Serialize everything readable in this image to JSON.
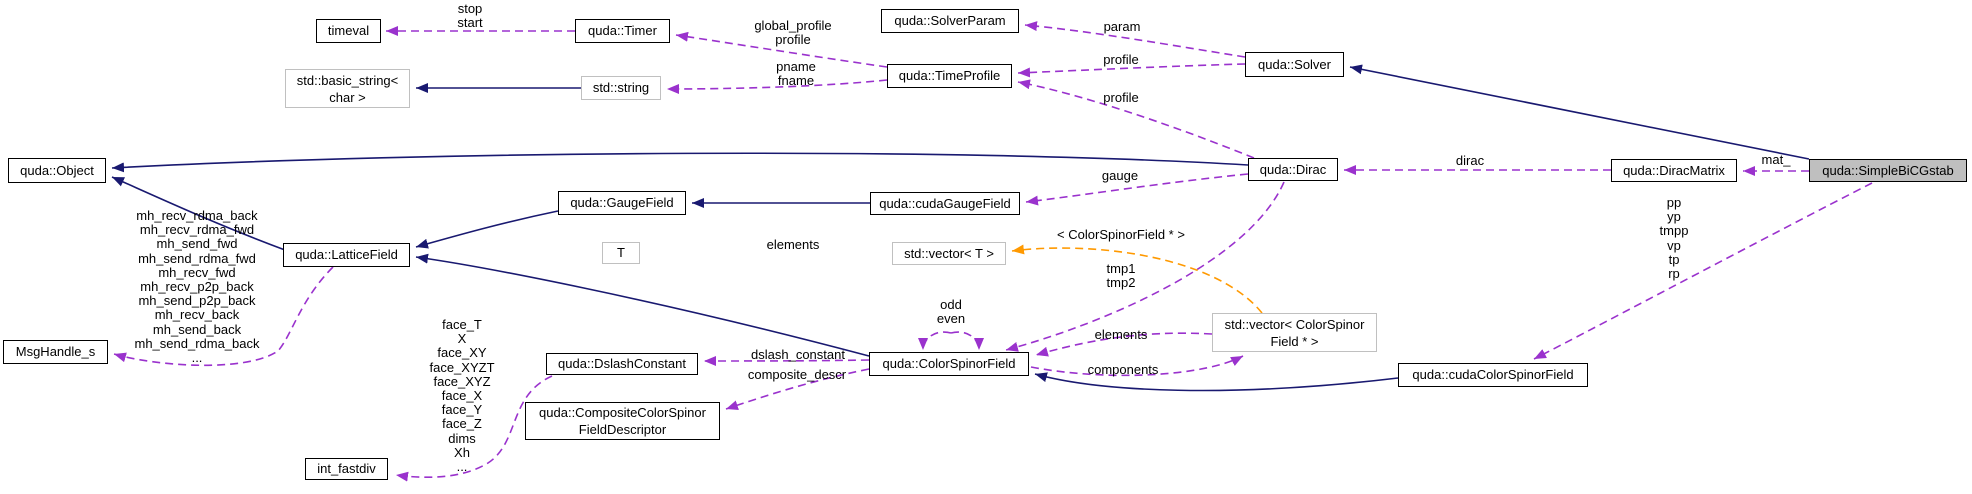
{
  "diagram": {
    "type": "doxygen-collaboration-graph",
    "colors": {
      "inheritance_edge": "#191970",
      "usage_edge": "#9a32cd",
      "template_edge": "#ff9900",
      "node_border": "#000000",
      "external_node_border": "#c0c0c0",
      "highlight_node_fill": "#bfbfbf",
      "node_fill": "#ffffff"
    }
  },
  "nodes": [
    {
      "id": "timeval",
      "label": "timeval"
    },
    {
      "id": "quda-timer",
      "label": "quda::Timer"
    },
    {
      "id": "std-basic-string",
      "label": "std::basic_string<\nchar >"
    },
    {
      "id": "std-string",
      "label": "std::string"
    },
    {
      "id": "quda-solverparam",
      "label": "quda::SolverParam"
    },
    {
      "id": "quda-timeprofile",
      "label": "quda::TimeProfile"
    },
    {
      "id": "quda-solver",
      "label": "quda::Solver"
    },
    {
      "id": "quda-object",
      "label": "quda::Object"
    },
    {
      "id": "quda-latticefield",
      "label": "quda::LatticeField"
    },
    {
      "id": "msghandle-s",
      "label": "MsgHandle_s"
    },
    {
      "id": "quda-gaugefield",
      "label": "quda::GaugeField"
    },
    {
      "id": "quda-cudagaugefield",
      "label": "quda::cudaGaugeField"
    },
    {
      "id": "template-t",
      "label": "T"
    },
    {
      "id": "std-vector-t",
      "label": "std::vector< T >"
    },
    {
      "id": "quda-dirac",
      "label": "quda::Dirac"
    },
    {
      "id": "quda-diracmatrix",
      "label": "quda::DiracMatrix"
    },
    {
      "id": "quda-simplebicgstab",
      "label": "quda::SimpleBiCGstab"
    },
    {
      "id": "quda-colorspinorfield",
      "label": "quda::ColorSpinorField"
    },
    {
      "id": "std-vector-colorspinorfield",
      "label": "std::vector< ColorSpinor\nField * >"
    },
    {
      "id": "quda-cudacolorspinorfield",
      "label": "quda::cudaColorSpinorField"
    },
    {
      "id": "quda-dslashconstant",
      "label": "quda::DslashConstant"
    },
    {
      "id": "quda-compositecolorspinorfielddescriptor",
      "label": "quda::CompositeColorSpinor\nFieldDescriptor"
    },
    {
      "id": "int-fastdiv",
      "label": "int_fastdiv"
    }
  ],
  "edge_labels": [
    {
      "text": "stop\nstart"
    },
    {
      "text": "global_profile\nprofile"
    },
    {
      "text": "pname\nfname"
    },
    {
      "text": "param"
    },
    {
      "text": "profile"
    },
    {
      "text": "profile"
    },
    {
      "text": "gauge"
    },
    {
      "text": "dirac"
    },
    {
      "text": "mat_"
    },
    {
      "text": "pp\nyp\ntmpp\nvp\ntp\nrp"
    },
    {
      "text": "tmp1\ntmp2"
    },
    {
      "text": "odd\neven"
    },
    {
      "text": "< ColorSpinorField * >"
    },
    {
      "text": "elements"
    },
    {
      "text": "elements"
    },
    {
      "text": "components"
    },
    {
      "text": "dslash_constant"
    },
    {
      "text": "composite_descr"
    },
    {
      "text": "face_T\nX\nface_XY\nface_XYZT\nface_XYZ\nface_X\nface_Y\nface_Z\ndims\nXh\n..."
    },
    {
      "text": "mh_recv_rdma_back\nmh_recv_rdma_fwd\nmh_send_fwd\nmh_send_rdma_fwd\nmh_recv_fwd\nmh_recv_p2p_back\nmh_send_p2p_back\nmh_recv_back\nmh_send_back\nmh_send_rdma_back\n..."
    }
  ]
}
